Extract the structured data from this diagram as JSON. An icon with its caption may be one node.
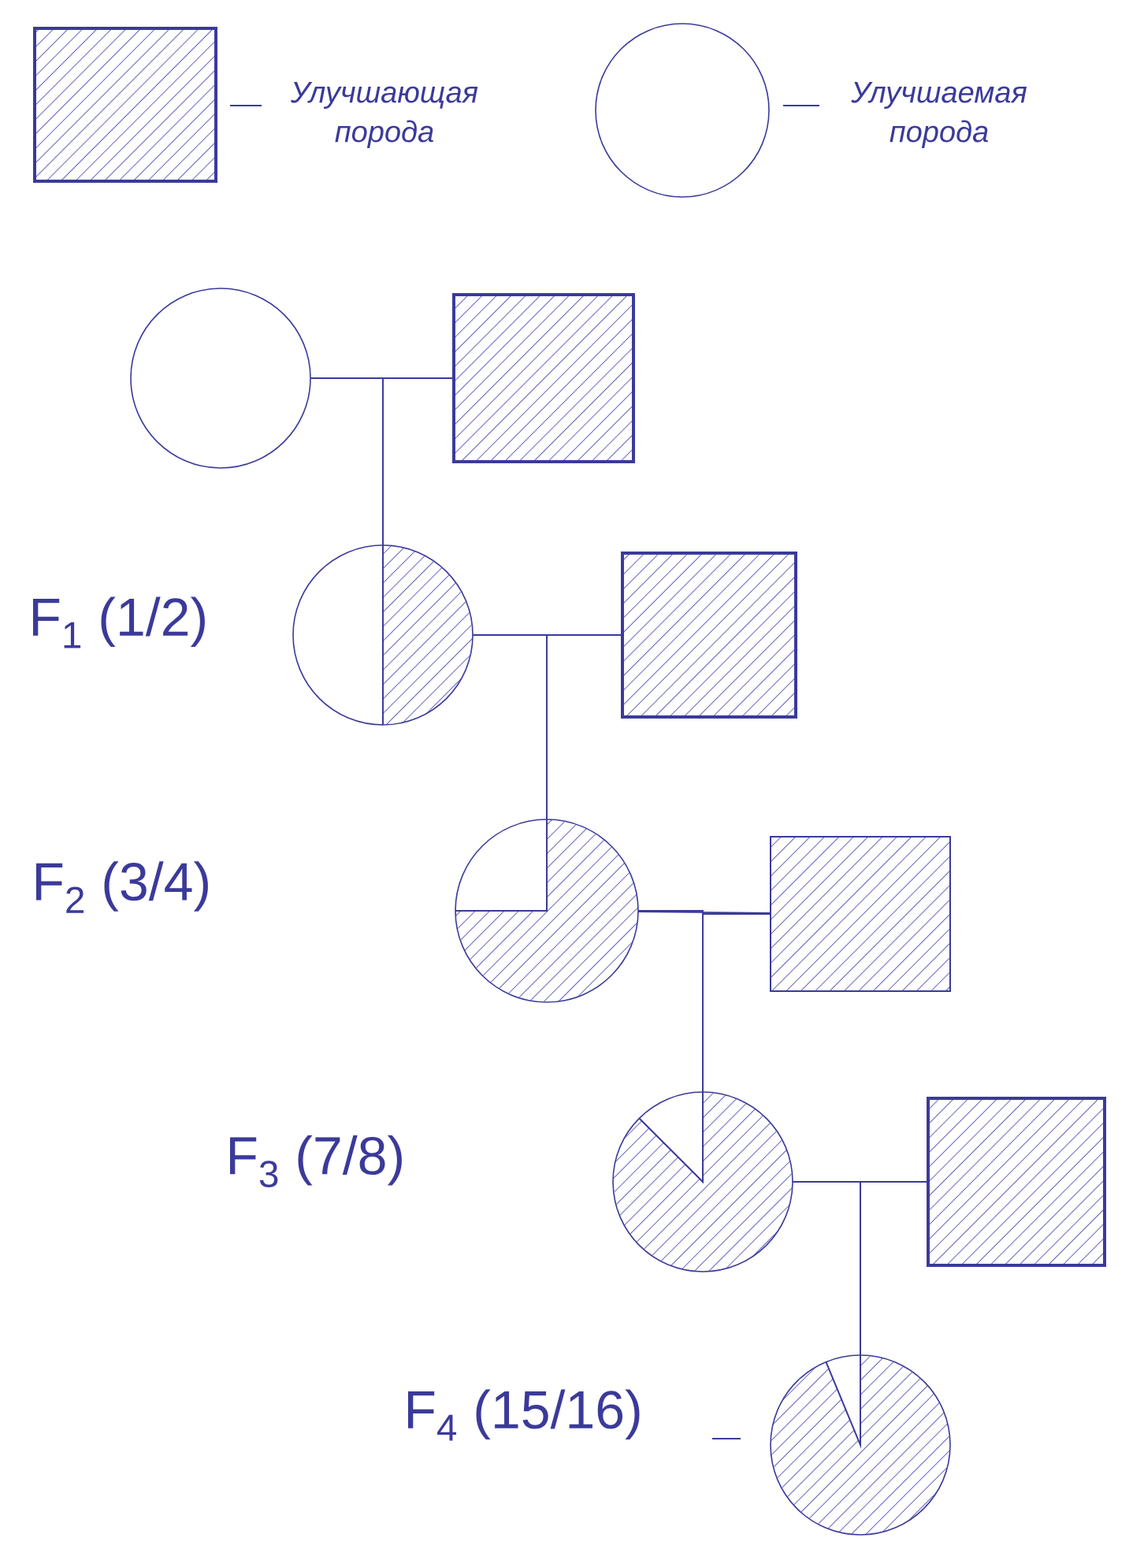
{
  "diagram": {
    "nodes": [
      {
        "text": [],
        "shape": "box",
        "beside": [
          "Улучшающая порода"
        ]
      },
      {
        "text": [],
        "shape": "circle",
        "beside": [
          "Улучшаемая порода"
        ]
      },
      {
        "text": [],
        "shape": "circle"
      },
      {
        "text": [],
        "shape": "box"
      },
      {
        "text": [],
        "shape": "circle"
      },
      {
        "text": [],
        "shape": "box"
      },
      {
        "text": [],
        "shape": "circle"
      },
      {
        "text": [],
        "shape": "box"
      },
      {
        "text": [],
        "shape": "circle"
      },
      {
        "text": [],
        "shape": "box"
      },
      {
        "text": [],
        "shape": "circle"
      }
    ],
    "edges": [
      {
        "from": 2,
        "to": 3,
        "arrow": "none"
      },
      {
        "from": 2,
        "to": 4,
        "arrow": "none"
      },
      {
        "from": 3,
        "to": 4,
        "arrow": "none"
      },
      {
        "from": 4,
        "to": 5,
        "arrow": "none"
      },
      {
        "from": 4,
        "to": 6,
        "arrow": "none"
      },
      {
        "from": 5,
        "to": 6,
        "arrow": "none"
      },
      {
        "from": 6,
        "to": 7,
        "arrow": "none"
      },
      {
        "from": 6,
        "to": 8,
        "arrow": "none"
      },
      {
        "from": 7,
        "to": 8,
        "arrow": "none"
      },
      {
        "from": 8,
        "to": 9,
        "arrow": "none"
      },
      {
        "from": 8,
        "to": 10,
        "arrow": "none"
      },
      {
        "from": 9,
        "to": 10,
        "arrow": "none"
      }
    ],
    "labels": [
      "F$_{1}$ (1/2)",
      "F$_{2}$ (3/4)",
      "F$_{3}$ (7/8)",
      "F$_{4}$ (15/16)"
    ]
  }
}
